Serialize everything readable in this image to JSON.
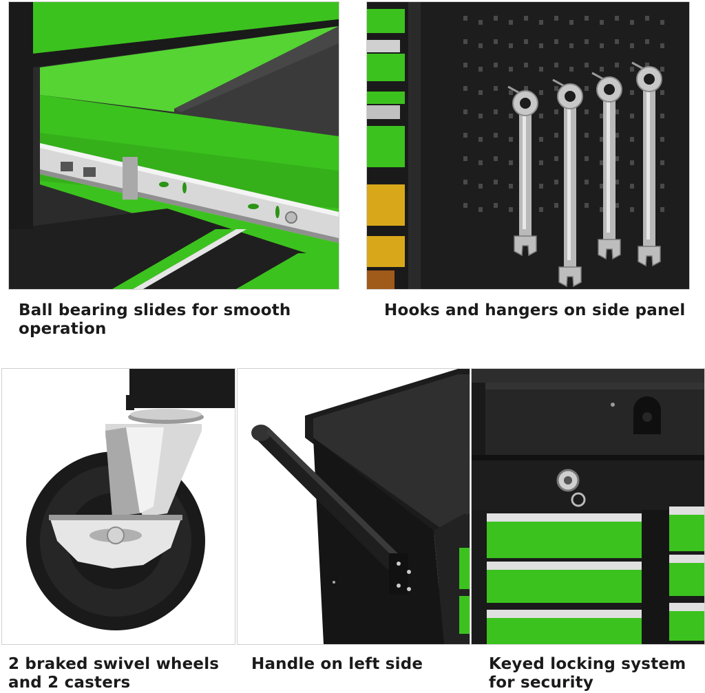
{
  "panels": [
    {
      "id": "slides",
      "caption_lines": [
        "Ball bearing slides for smooth",
        "operation"
      ]
    },
    {
      "id": "hooks",
      "caption_lines": [
        "Hooks and hangers on side panel"
      ]
    },
    {
      "id": "wheels",
      "caption_lines": [
        "2 braked swivel wheels",
        "and 2 casters"
      ]
    },
    {
      "id": "handle",
      "caption_lines": [
        "Handle on left side"
      ]
    },
    {
      "id": "lock",
      "caption_lines": [
        "Keyed locking system",
        "for security"
      ]
    }
  ],
  "colors": {
    "accent_green": "#3cc21e",
    "dark_green": "#2a9414",
    "cabinet_black": "#1c1c1c",
    "chrome": "#c9c9c9",
    "caption_text": "#1a1a1a"
  }
}
